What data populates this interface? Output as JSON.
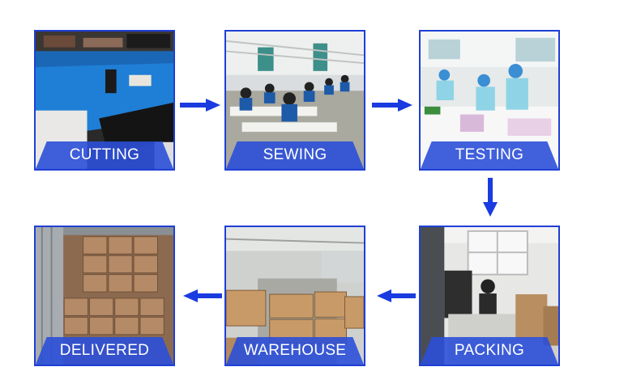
{
  "steps": [
    {
      "label": "CUTTING"
    },
    {
      "label": "SEWING"
    },
    {
      "label": "TESTING"
    },
    {
      "label": "PACKING"
    },
    {
      "label": "WAREHOUSE"
    },
    {
      "label": "DELIVERED"
    }
  ],
  "colors": {
    "accent": "#1f3fd6",
    "arrow": "#1a3be0",
    "band": "#2b4fd8"
  }
}
